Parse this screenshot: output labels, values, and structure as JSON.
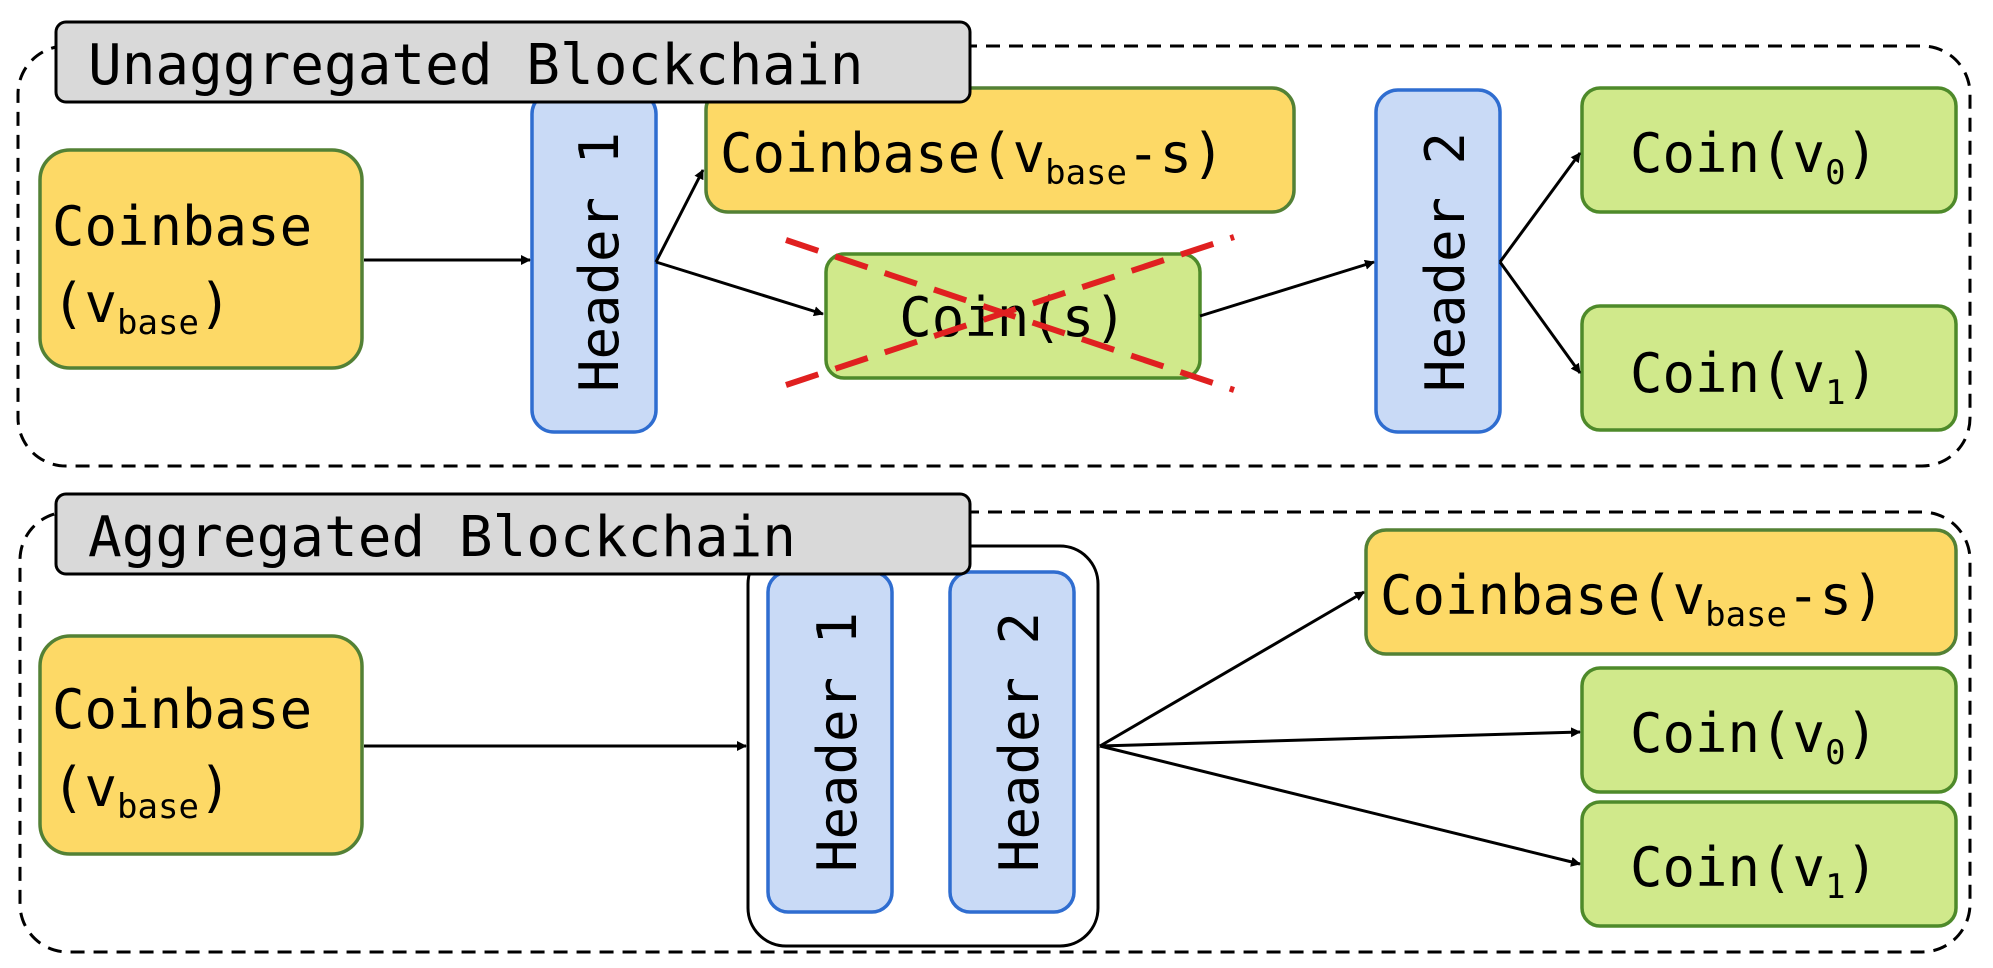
{
  "colors": {
    "coinbase_fill": "#FDD966",
    "coinbase_stroke": "#538135",
    "coin_fill": "#D0E98B",
    "coin_stroke": "#4E8A2A",
    "header_fill": "#C9DAF6",
    "header_stroke": "#2F6DD0",
    "label_fill": "#D9D9D9",
    "cross": "#E02020",
    "line": "#000000"
  },
  "top": {
    "title": "Unaggregated Blockchain",
    "coinbase_name": "Coinbase",
    "coinbase_open": "(v",
    "coinbase_sub": "base",
    "coinbase_close": ")",
    "header1": "Header 1",
    "coinbase_change_name": "Coinbase(v",
    "coinbase_change_sub": "base",
    "coinbase_change_suffix": "-s)",
    "coin_s": "Coin(s)",
    "header2": "Header 2",
    "coin0_name": "Coin(v",
    "coin0_sub": "0",
    "coin0_close": ")",
    "coin1_name": "Coin(v",
    "coin1_sub": "1",
    "coin1_close": ")"
  },
  "bottom": {
    "title": "Aggregated Blockchain",
    "coinbase_name": "Coinbase",
    "coinbase_open": "(v",
    "coinbase_sub": "base",
    "coinbase_close": ")",
    "header1": "Header 1",
    "header2": "Header 2",
    "coinbase_change_name": "Coinbase(v",
    "coinbase_change_sub": "base",
    "coinbase_change_suffix": "-s)",
    "coin0_name": "Coin(v",
    "coin0_sub": "0",
    "coin0_close": ")",
    "coin1_name": "Coin(v",
    "coin1_sub": "1",
    "coin1_close": ")"
  }
}
